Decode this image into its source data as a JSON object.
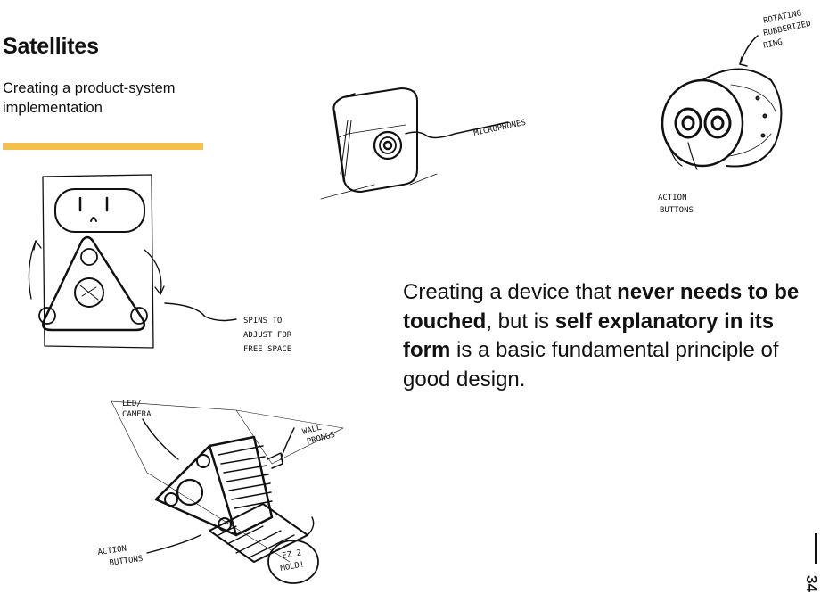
{
  "page": {
    "title": "Satellites",
    "subtitle": "Creating a product-system implementation",
    "accent_color": "#F3C04C",
    "page_number": "34"
  },
  "body": {
    "part1": "Creating a device that ",
    "bold1": "never needs to be touched",
    "part2": ", but is ",
    "bold2": "self explanatory in its form",
    "part3": " is a basic fundamental principle of good design."
  },
  "sketches": {
    "microphone": {
      "icon": "microphone-device-sketch",
      "label": "MICROPHONES"
    },
    "wheel": {
      "icon": "rotating-ring-device-sketch",
      "label_ring_1": "ROTATING",
      "label_ring_2": "RUBBERIZED",
      "label_ring_3": "RING",
      "label_buttons_1": "ACTION",
      "label_buttons_2": "BUTTONS"
    },
    "outlet": {
      "icon": "outlet-spinner-sketch",
      "label_1": "SPINS TO",
      "label_2": "ADJUST FOR",
      "label_3": "FREE SPACE"
    },
    "prism": {
      "icon": "wall-plug-prism-sketch",
      "label_led_1": "LED/",
      "label_led_2": "CAMERA",
      "label_prongs_1": "WALL",
      "label_prongs_2": "PRONGS",
      "label_buttons_1": "ACTION",
      "label_buttons_2": "BUTTONS",
      "label_mold_1": "EZ 2",
      "label_mold_2": "MOLD!"
    }
  }
}
